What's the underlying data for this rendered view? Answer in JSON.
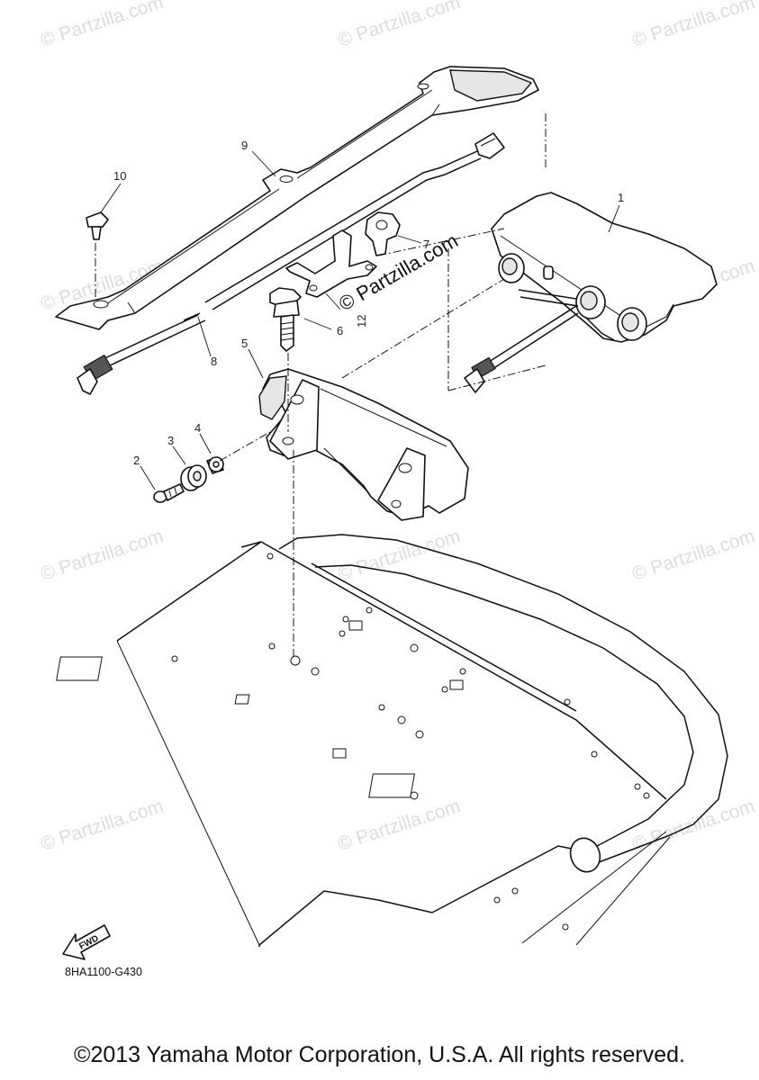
{
  "diagram": {
    "drawing_code": "8HA1100-G430",
    "copyright": "©2013 Yamaha Motor Corporation, U.S.A. All rights reserved.",
    "fwd_label": "FWD",
    "watermark": "© Partzilla.com",
    "callouts": [
      {
        "id": "1",
        "label": "1"
      },
      {
        "id": "2",
        "label": "2"
      },
      {
        "id": "3",
        "label": "3"
      },
      {
        "id": "4",
        "label": "4"
      },
      {
        "id": "5",
        "label": "5"
      },
      {
        "id": "6",
        "label": "6"
      },
      {
        "id": "7",
        "label": "7"
      },
      {
        "id": "8",
        "label": "8"
      },
      {
        "id": "9",
        "label": "9"
      },
      {
        "id": "10",
        "label": "10"
      },
      {
        "id": "12",
        "label": "12"
      }
    ]
  }
}
